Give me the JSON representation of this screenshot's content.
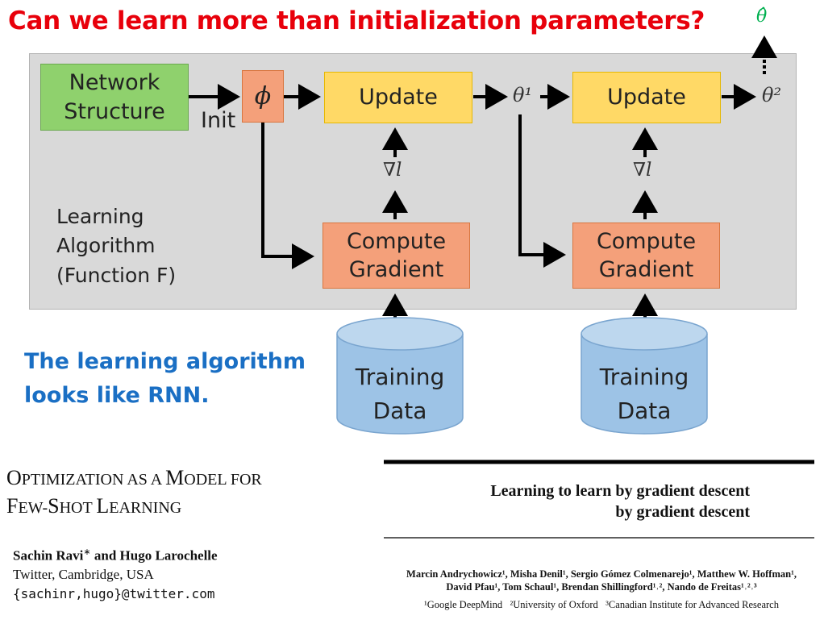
{
  "slide": {
    "title": "Can we learn more than initialization parameters?",
    "theta_hat": "θ̂",
    "note": [
      "The learning algorithm",
      "looks like RNN."
    ]
  },
  "diagram": {
    "network_structure": [
      "Network",
      "Structure"
    ],
    "init_label": "Init",
    "phi": "ϕ",
    "update_label": "Update",
    "compute_gradient": [
      "Compute",
      "Gradient"
    ],
    "grad_symbol": "∇l",
    "theta1": "θ¹",
    "theta2": "θ²",
    "learning_algorithm": [
      "Learning",
      "Algorithm",
      "(Function F)"
    ],
    "training_data": [
      "Training",
      "Data"
    ],
    "colors": {
      "green": "#8fd16d",
      "orange": "#f4a07a",
      "yellow": "#ffd966",
      "panel": "#d9d9d9",
      "cylinder": "#9dc3e6",
      "title": "#e8000b",
      "note": "#1a6fc4"
    }
  },
  "paper_left": {
    "title_line1": [
      "O",
      "PTIMIZATION AS A ",
      "M",
      "ODEL FOR"
    ],
    "title_line2": [
      "F",
      "EW-",
      "S",
      "HOT ",
      "L",
      "EARNING"
    ],
    "authors": "Sachin Ravi",
    "authors_sup": "∗",
    "authors_rest": "and Hugo Larochelle",
    "affiliation": "Twitter, Cambridge, USA",
    "email": "{sachinr,hugo}@twitter.com"
  },
  "paper_right": {
    "title_line1": "Learning to learn by gradient descent",
    "title_line2": "by gradient descent",
    "authors_line1": "Marcin Andrychowicz¹, Misha Denil¹, Sergio Gómez Colmenarejo¹, Matthew W. Hoffman¹,",
    "authors_line2": "David Pfau¹, Tom Schaul¹, Brendan Shillingford¹˒², Nando de Freitas¹˒²˒³",
    "affiliations": "¹Google DeepMind   ²University of Oxford   ³Canadian Institute for Advanced Research"
  }
}
